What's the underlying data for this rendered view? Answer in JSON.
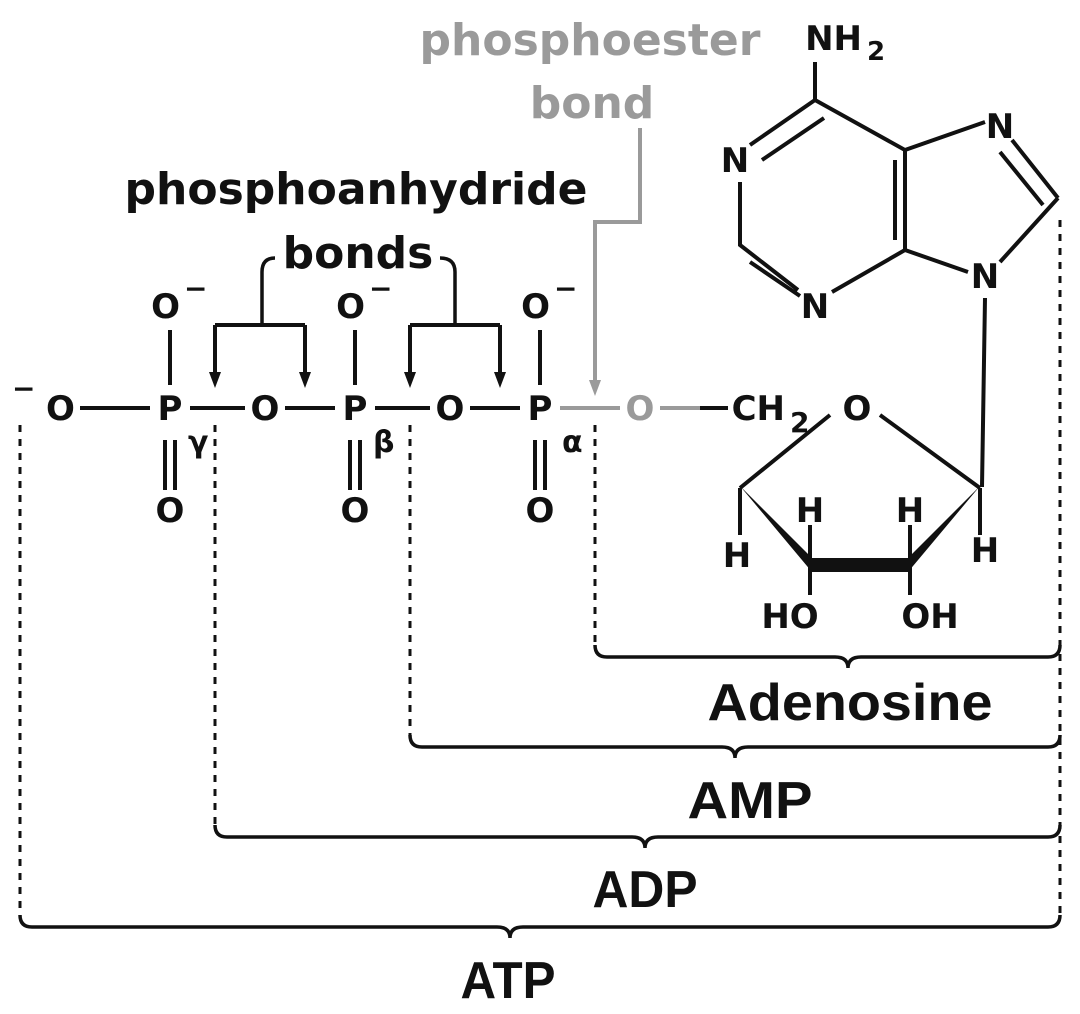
{
  "annotations": {
    "phosphoester_line1": "phosphoester",
    "phosphoester_line2": "bond",
    "phosphoanhydride_line1": "phosphoanhydride",
    "phosphoanhydride_line2": "bonds"
  },
  "atoms": {
    "nh2": "NH",
    "nh2_sub": "2",
    "n1": "N",
    "n3": "N",
    "n7": "N",
    "n9": "N",
    "o_minus": "O",
    "minus": "−",
    "left_o": "O",
    "p": "P",
    "o_bridge": "O",
    "o_ester": "O",
    "ch2": "CH",
    "ch2_sub": "2",
    "ring_o": "O",
    "o_double": "O",
    "h": "H",
    "ho": "HO",
    "oh": "OH"
  },
  "greek": {
    "gamma": "γ",
    "beta": "β",
    "alpha": "α"
  },
  "groups": {
    "adenosine": "Adenosine",
    "amp": "AMP",
    "adp": "ADP",
    "atp": "ATP"
  },
  "colors": {
    "text": "#111111",
    "phosphoester": "#9a9a9a"
  }
}
